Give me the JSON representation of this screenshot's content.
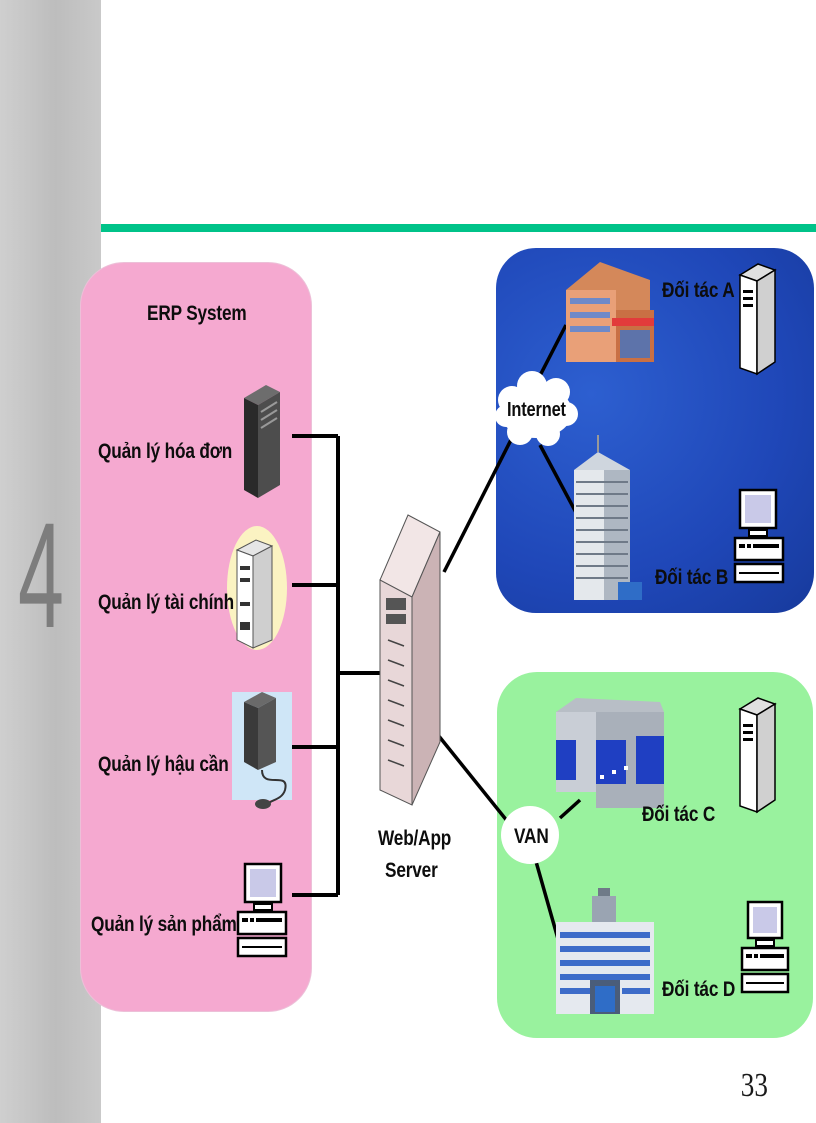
{
  "slide": {
    "chapter_number": "4",
    "page_number": "33"
  },
  "colors": {
    "sidebar": "#c4c4c4",
    "rule": "#00c389",
    "erp_panel": "#f5a9d0",
    "internet_panel": "#1f47b8",
    "van_panel": "#99f29e"
  },
  "erp": {
    "title": "ERP System",
    "modules": [
      {
        "label": "Quản lý hóa đơn",
        "icon": "tower-server-icon"
      },
      {
        "label": "Quản lý tài chính",
        "icon": "server-icon"
      },
      {
        "label": "Quản lý hậu cần",
        "icon": "tower-computer-icon"
      },
      {
        "label": "Quản lý sản phẩm",
        "icon": "desktop-computer-icon"
      }
    ]
  },
  "server": {
    "label_line1": "Web/App",
    "label_line2": "Server"
  },
  "internet": {
    "cloud_label": "Internet",
    "partners": [
      {
        "label": "Đối tác A"
      },
      {
        "label": "Đối tác B"
      }
    ]
  },
  "van": {
    "label": "VAN",
    "partners": [
      {
        "label": "Đối tác C"
      },
      {
        "label": "Đối tác D"
      }
    ]
  }
}
